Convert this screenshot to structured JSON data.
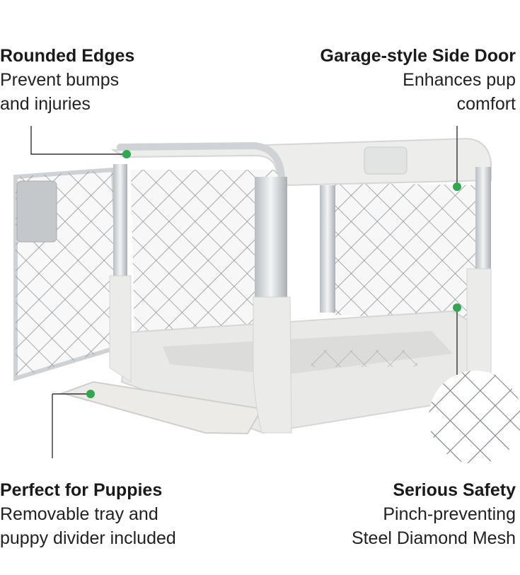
{
  "callouts": {
    "rounded_edges": {
      "title": "Rounded Edges",
      "desc": [
        "Prevent bumps",
        "and injuries"
      ]
    },
    "side_door": {
      "title": "Garage-style Side Door",
      "desc": [
        "Enhances pup",
        "comfort"
      ]
    },
    "puppies": {
      "title": "Perfect for Puppies",
      "desc": [
        "Removable tray and",
        "puppy divider included"
      ]
    },
    "safety": {
      "title": "Serious Safety",
      "desc": [
        "Pinch-preventing",
        "Steel Diamond Mesh"
      ]
    }
  },
  "colors": {
    "accent_dot": "#2fa84f",
    "leader_line": "#333333",
    "crate_body": "#ebebea",
    "frame_silver": "#cfd3d6"
  }
}
